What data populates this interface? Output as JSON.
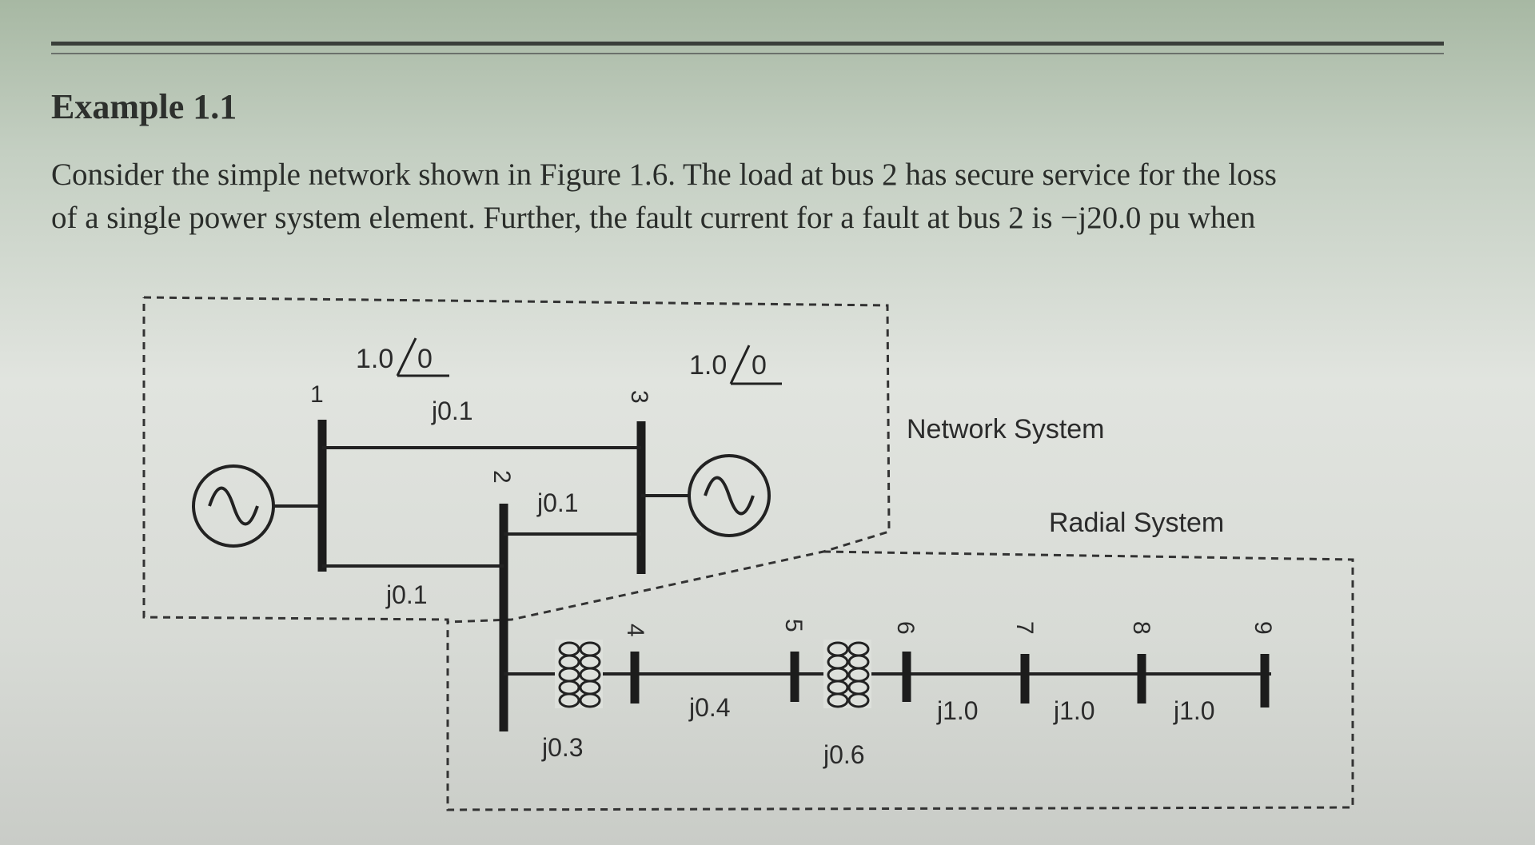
{
  "heading": "Example 1.1",
  "paragraph": {
    "line1": "Consider the simple network shown in Figure 1.6. The load at bus 2 has secure service for the loss",
    "line2": "of a single power system element. Further, the fault current for a fault at bus 2 is −j20.0 pu when"
  },
  "figure": {
    "network_label": "Network System",
    "radial_label": "Radial System",
    "source_voltage_1": "1.0",
    "source_angle_1": "0",
    "source_voltage_3": "1.0",
    "source_angle_3": "0",
    "bus_numbers": [
      "1",
      "2",
      "3",
      "4",
      "5",
      "6",
      "7",
      "8",
      "9"
    ],
    "impedances": {
      "line_1_3": "j0.1",
      "line_2_3": "j0.1",
      "line_1_2": "j0.1",
      "transformer_2_4": "j0.3",
      "line_4_5": "j0.4",
      "transformer_5_6": "j0.6",
      "line_6_7": "j1.0",
      "line_7_8": "j1.0",
      "line_8_9": "j1.0"
    },
    "icons": [
      "ac-generator-icon",
      "transformer-coil-icon"
    ]
  }
}
